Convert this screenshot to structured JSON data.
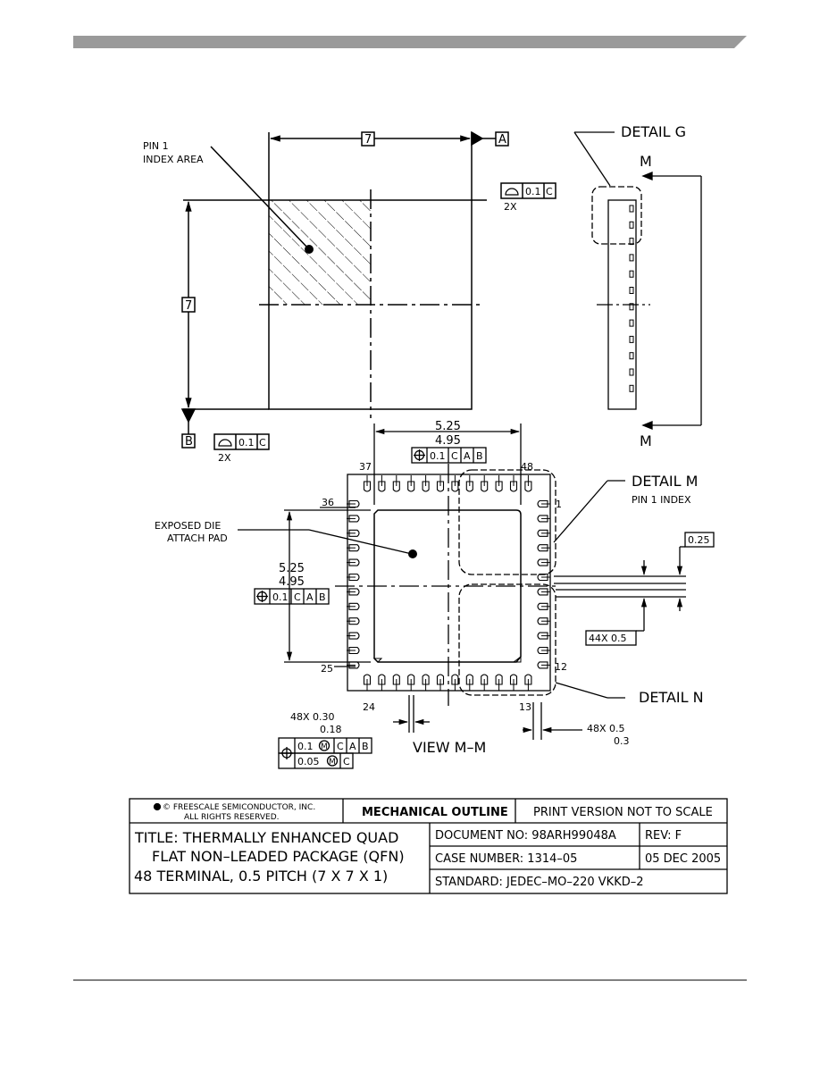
{
  "accent_color": "#9a9a9a",
  "drawing": {
    "pin1_index_area": [
      "PIN 1",
      "INDEX AREA"
    ],
    "dim_7": "7",
    "datum_a": "A",
    "datum_b": "B",
    "flatness": {
      "tol": "0.1",
      "datum": "C",
      "count": "2X"
    },
    "detail_g": "DETAIL G",
    "view_m": "M",
    "dim_525": "5.25",
    "dim_495": "4.95",
    "pos_tol": {
      "tol": "0.1",
      "c": "C",
      "a": "A",
      "b": "B"
    },
    "pin_37": "37",
    "pin_48": "48",
    "pin_36": "36",
    "pin_1": "1",
    "pin_25": "25",
    "pin_12": "12",
    "pin_24": "24",
    "pin_13": "13",
    "exposed_die": [
      "EXPOSED DIE",
      "ATTACH PAD"
    ],
    "detail_m": "DETAIL M",
    "pin1_index": "PIN 1 INDEX",
    "dim_025": "0.25",
    "dim_44x": "44X 0.5",
    "detail_n": "DETAIL N",
    "lead_w": [
      "48X 0.30",
      "0.18"
    ],
    "lead_l": [
      "48X 0.5",
      "0.3"
    ],
    "lead_tol": {
      "t1": "0.1",
      "m": "M",
      "c": "C",
      "a": "A",
      "b": "B",
      "t2": "0.05"
    },
    "view_mm": "VIEW M–M"
  },
  "title_block": {
    "copyright": [
      "© FREESCALE SEMICONDUCTOR, INC.",
      "ALL RIGHTS RESERVED."
    ],
    "mechanical_outline": "MECHANICAL OUTLINE",
    "print_version": "PRINT VERSION NOT TO SCALE",
    "title_lines": [
      "TITLE: THERMALLY ENHANCED QUAD",
      "FLAT NON–LEADED PACKAGE (QFN)",
      "48 TERMINAL, 0.5 PITCH (7 X 7 X 1)"
    ],
    "document_no": "DOCUMENT NO: 98ARH99048A",
    "rev": "REV: F",
    "case_number": "CASE NUMBER: 1314–05",
    "date": "05 DEC 2005",
    "standard": "STANDARD: JEDEC–MO–220 VKKD–2"
  }
}
